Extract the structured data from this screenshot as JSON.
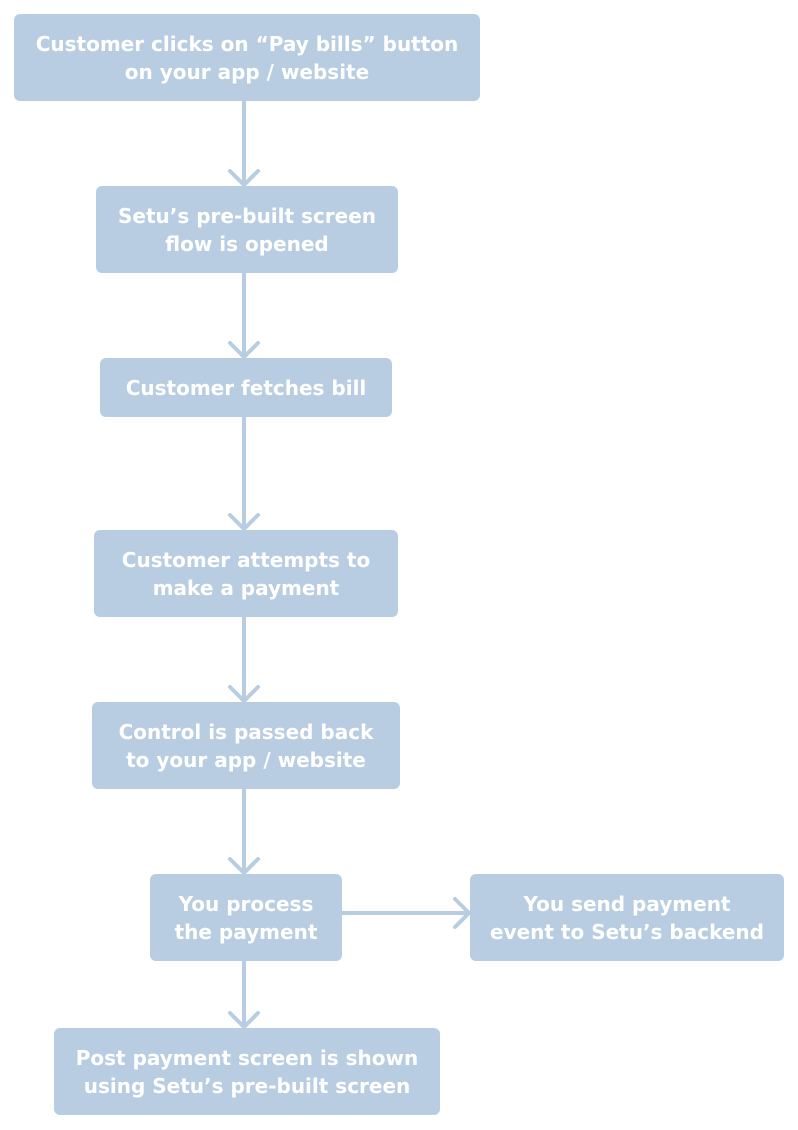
{
  "colors": {
    "node_fill": "#b8cde2",
    "node_text": "#ffffff",
    "connector": "#b8cde2",
    "background": "#ffffff"
  },
  "nodes": [
    {
      "id": "pay-bills",
      "label": "Customer clicks on “Pay bills” button\non your app / website"
    },
    {
      "id": "screen-flow",
      "label": "Setu’s pre-built screen\nflow is opened"
    },
    {
      "id": "fetch-bill",
      "label": "Customer fetches bill"
    },
    {
      "id": "attempt-payment",
      "label": "Customer attempts to\nmake a payment"
    },
    {
      "id": "control-back",
      "label": "Control is passed back\nto your app / website"
    },
    {
      "id": "process-payment",
      "label": "You process\nthe payment"
    },
    {
      "id": "send-event",
      "label": "You send payment\nevent to Setu’s backend"
    },
    {
      "id": "post-payment",
      "label": "Post payment screen is shown\nusing Setu’s pre-built screen"
    }
  ],
  "edges": [
    {
      "from": "pay-bills",
      "to": "screen-flow"
    },
    {
      "from": "screen-flow",
      "to": "fetch-bill"
    },
    {
      "from": "fetch-bill",
      "to": "attempt-payment"
    },
    {
      "from": "attempt-payment",
      "to": "control-back"
    },
    {
      "from": "control-back",
      "to": "process-payment"
    },
    {
      "from": "process-payment",
      "to": "send-event"
    },
    {
      "from": "process-payment",
      "to": "post-payment"
    }
  ]
}
